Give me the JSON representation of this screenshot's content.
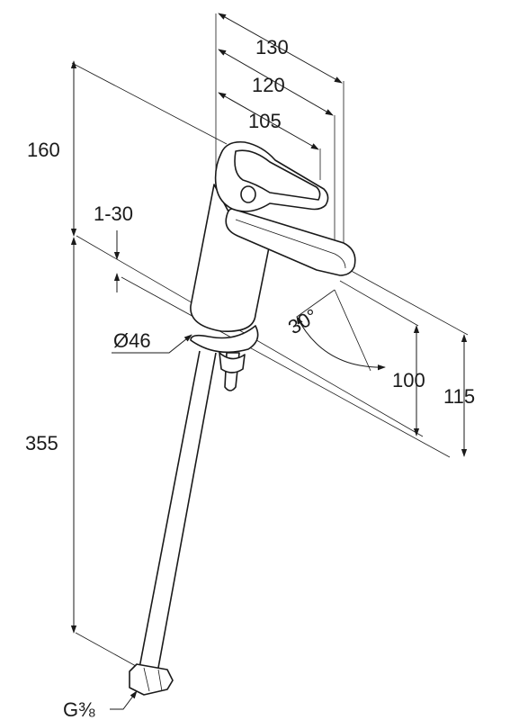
{
  "dimensions": {
    "width_130": "130",
    "width_120": "120",
    "width_105": "105",
    "height_160": "160",
    "adjust_1_30": "1-30",
    "diameter_46": "Ø46",
    "hose_355": "355",
    "spout_100": "100",
    "spout_115": "115",
    "angle_30": "30°",
    "thread_g38": "G⅜"
  }
}
